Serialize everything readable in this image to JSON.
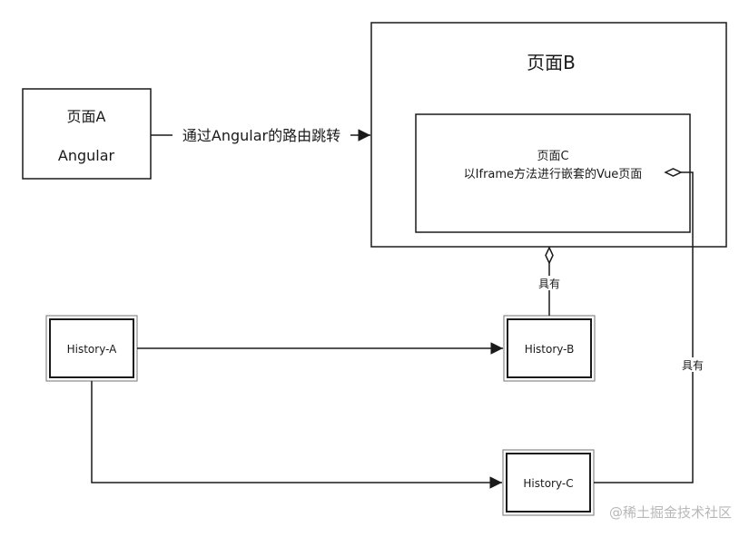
{
  "nodes": {
    "page_a": {
      "title": "页面A",
      "subtitle": "Angular"
    },
    "page_b": {
      "title": "页面B"
    },
    "page_c": {
      "line1": "页面C",
      "line2": "以Iframe方法进行嵌套的Vue页面"
    },
    "history_a": {
      "label": "History-A"
    },
    "history_b": {
      "label": "History-B"
    },
    "history_c": {
      "label": "History-C"
    }
  },
  "edges": {
    "a_to_b": {
      "label": "通过Angular的路由跳转"
    },
    "b_has_history_b": {
      "label": "具有"
    },
    "c_has_history_c": {
      "label": "具有"
    }
  },
  "watermark": {
    "text": "@稀土掘金技术社区"
  },
  "colors": {
    "line": "#1a1a1a",
    "double_border": "#8a8a8a",
    "watermark": "#b8b8b8"
  }
}
